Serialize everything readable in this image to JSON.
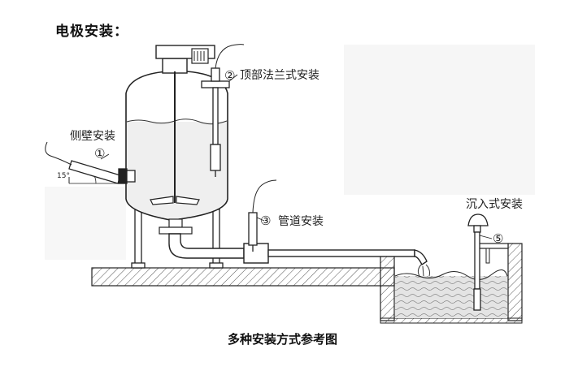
{
  "heading": "电极安装：",
  "caption": "多种安装方式参考图",
  "labels": {
    "top_flange": "顶部法兰式安装",
    "side_wall": "侧壁安装",
    "pipeline": "管道安装",
    "submersion": "沉入式安装",
    "angle": "15°"
  },
  "markers": {
    "m1": "①",
    "m2": "②",
    "m3": "③",
    "m5": "⑤"
  },
  "colors": {
    "line": "#222222",
    "hatch": "#555555",
    "liquid": "#dcdcdc",
    "tank_liquid": "#ebebeb",
    "panel": "#f5f5f5"
  }
}
